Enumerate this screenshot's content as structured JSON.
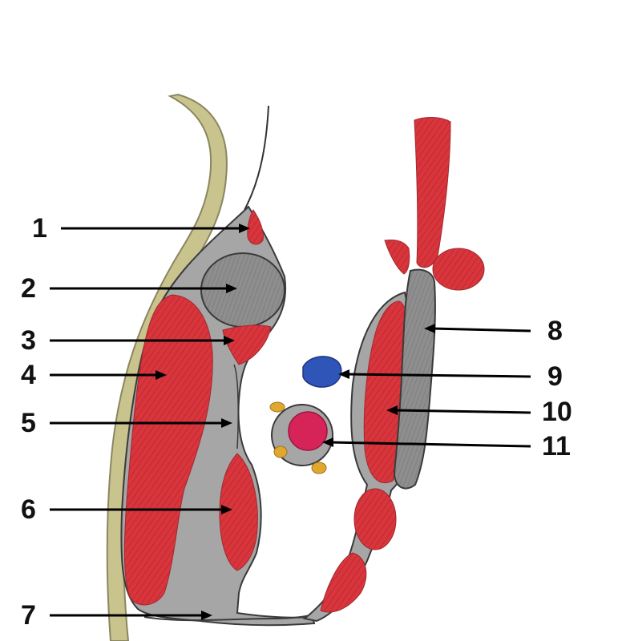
{
  "labels": [
    "1",
    "2",
    "3",
    "4",
    "5",
    "6",
    "7",
    "8",
    "9",
    "10",
    "11"
  ],
  "colors": {
    "muscle": "#d8353c",
    "fascia": "#9a9a9a",
    "node": "#8e8e8e",
    "outline": "#3a3a3a",
    "skin_band": "#c9c48e",
    "vein": "#2f55b8",
    "artery": "#d62458",
    "nerve": "#e0a830"
  }
}
